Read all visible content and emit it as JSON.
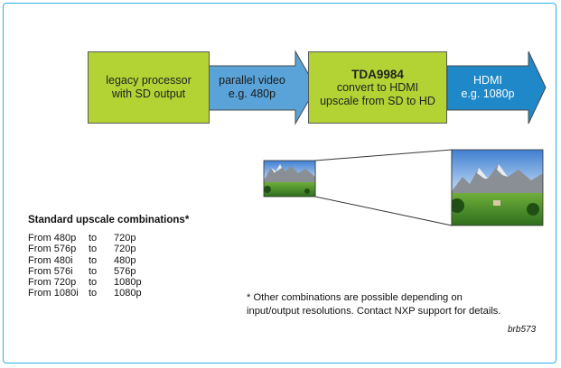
{
  "diagram": {
    "source_box": {
      "line1": "legacy processor",
      "line2": "with SD output"
    },
    "input_arrow": {
      "line1": "parallel video",
      "line2": "e.g. 480p",
      "color": "#5aa3d8"
    },
    "chip_box": {
      "name": "TDA9984",
      "line1": "convert to HDMI",
      "line2": "upscale from SD to HD"
    },
    "output_arrow": {
      "line1": "HDMI",
      "line2": "e.g. 1080p",
      "color": "#1e88c8",
      "text_color": "#ffffff"
    },
    "box_color": "#b3d335",
    "frame_color": "#2ab3e6"
  },
  "combinations": {
    "heading": "Standard upscale combinations*",
    "rows": [
      {
        "from": "From",
        "input": "480p",
        "to": "to",
        "output": "720p"
      },
      {
        "from": "From",
        "input": "576p",
        "to": "to",
        "output": "720p"
      },
      {
        "from": "From",
        "input": "480i",
        "to": "to",
        "output": "480p"
      },
      {
        "from": "From",
        "input": "576i",
        "to": "to",
        "output": "576p"
      },
      {
        "from": "From",
        "input": "720p",
        "to": "to",
        "output": "1080p"
      },
      {
        "from": "From",
        "input": "1080i",
        "to": "to",
        "output": "1080p"
      }
    ]
  },
  "footnote": {
    "line1": "* Other combinations are possible depending on",
    "line2": "input/output resolutions. Contact NXP support for details."
  },
  "reference": "brb573"
}
